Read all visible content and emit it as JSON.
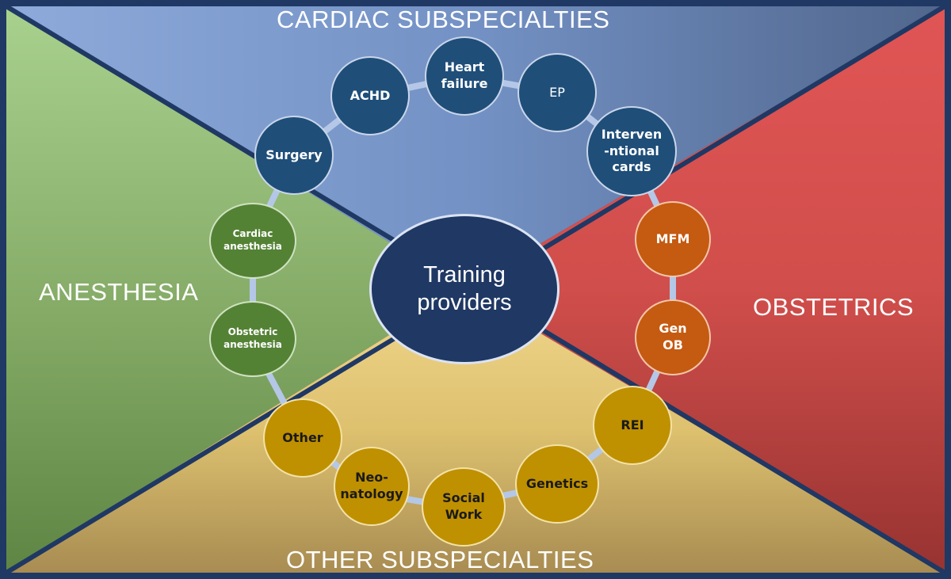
{
  "regions": {
    "cardiac": "CARDIAC SUBSPECIALTIES",
    "anesthesia": "ANESTHESIA",
    "obstetrics": "OBSTETRICS",
    "other": "OTHER SUBSPECIALTIES"
  },
  "center": "Training\nproviders",
  "nodes": {
    "heart_failure": "Heart\nfailure",
    "ep": "EP",
    "interventional_cards": "Interven\n-ntional\ncards",
    "achd": "ACHD",
    "surgery": "Surgery",
    "mfm": "MFM",
    "gen_ob": "Gen\nOB",
    "rei": "REI",
    "genetics": "Genetics",
    "social_work": "Social\nWork",
    "neonatology": "Neo-\nnatology",
    "other": "Other",
    "cardiac_anesthesia": "Cardiac\nanesthesia",
    "obstetric_anesthesia": "Obstetric\nanesthesia"
  },
  "colors": {
    "frame": "#1f3864",
    "cardiac": "#1f4e79",
    "obstetrics": "#c55a11",
    "anesthesia": "#548235",
    "other": "#bf9000",
    "ring": "#b4c7e7"
  }
}
